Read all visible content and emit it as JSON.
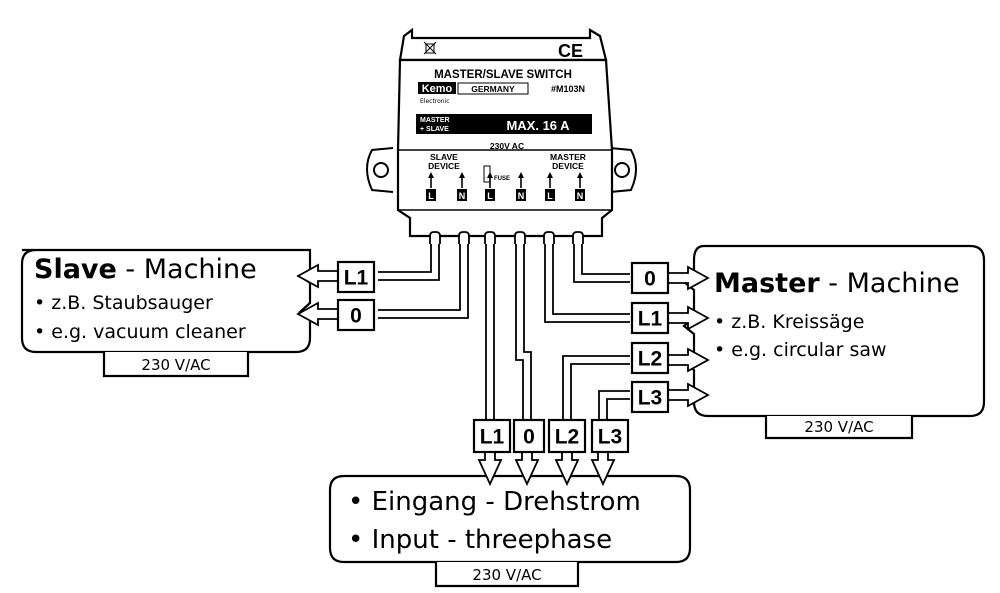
{
  "device": {
    "symbols": [
      "weee-bin-icon",
      "ce-mark"
    ],
    "ce_text": "CE",
    "title": "MASTER/SLAVE SWITCH",
    "brand": "Kemo",
    "brand_sub": "Electronic",
    "country": "GERMANY",
    "part_number": "#M103N",
    "rating_left_line1": "MASTER",
    "rating_left_line2": "+ SLAVE",
    "rating_right": "MAX. 16 A",
    "slave_label_line1": "SLAVE",
    "slave_label_line2": "DEVICE",
    "ac_label": "230V AC",
    "master_label_line1": "MASTER",
    "master_label_line2": "DEVICE",
    "fuse_label": "FUSE",
    "terminals": [
      "L",
      "N",
      "L",
      "N",
      "L",
      "N"
    ]
  },
  "slave_machine": {
    "title_bold": "Slave",
    "title_rest": " - Machine",
    "bullet1": "z.B. Staubsauger",
    "bullet2": "e.g. vacuum cleaner",
    "voltage": "230 V/AC",
    "wire_labels": [
      "L1",
      "0"
    ]
  },
  "master_machine": {
    "title_bold": "Master",
    "title_rest": " - Machine",
    "bullet1": "z.B. Kreissäge",
    "bullet2": "e.g. circular saw",
    "voltage": "230 V/AC",
    "wire_labels": [
      "0",
      "L1",
      "L2",
      "L3"
    ]
  },
  "input": {
    "bullet1": "Eingang - Drehstrom",
    "bullet2": "Input - threephase",
    "voltage": "230 V/AC",
    "wire_labels": [
      "L1",
      "0",
      "L2",
      "L3"
    ]
  }
}
